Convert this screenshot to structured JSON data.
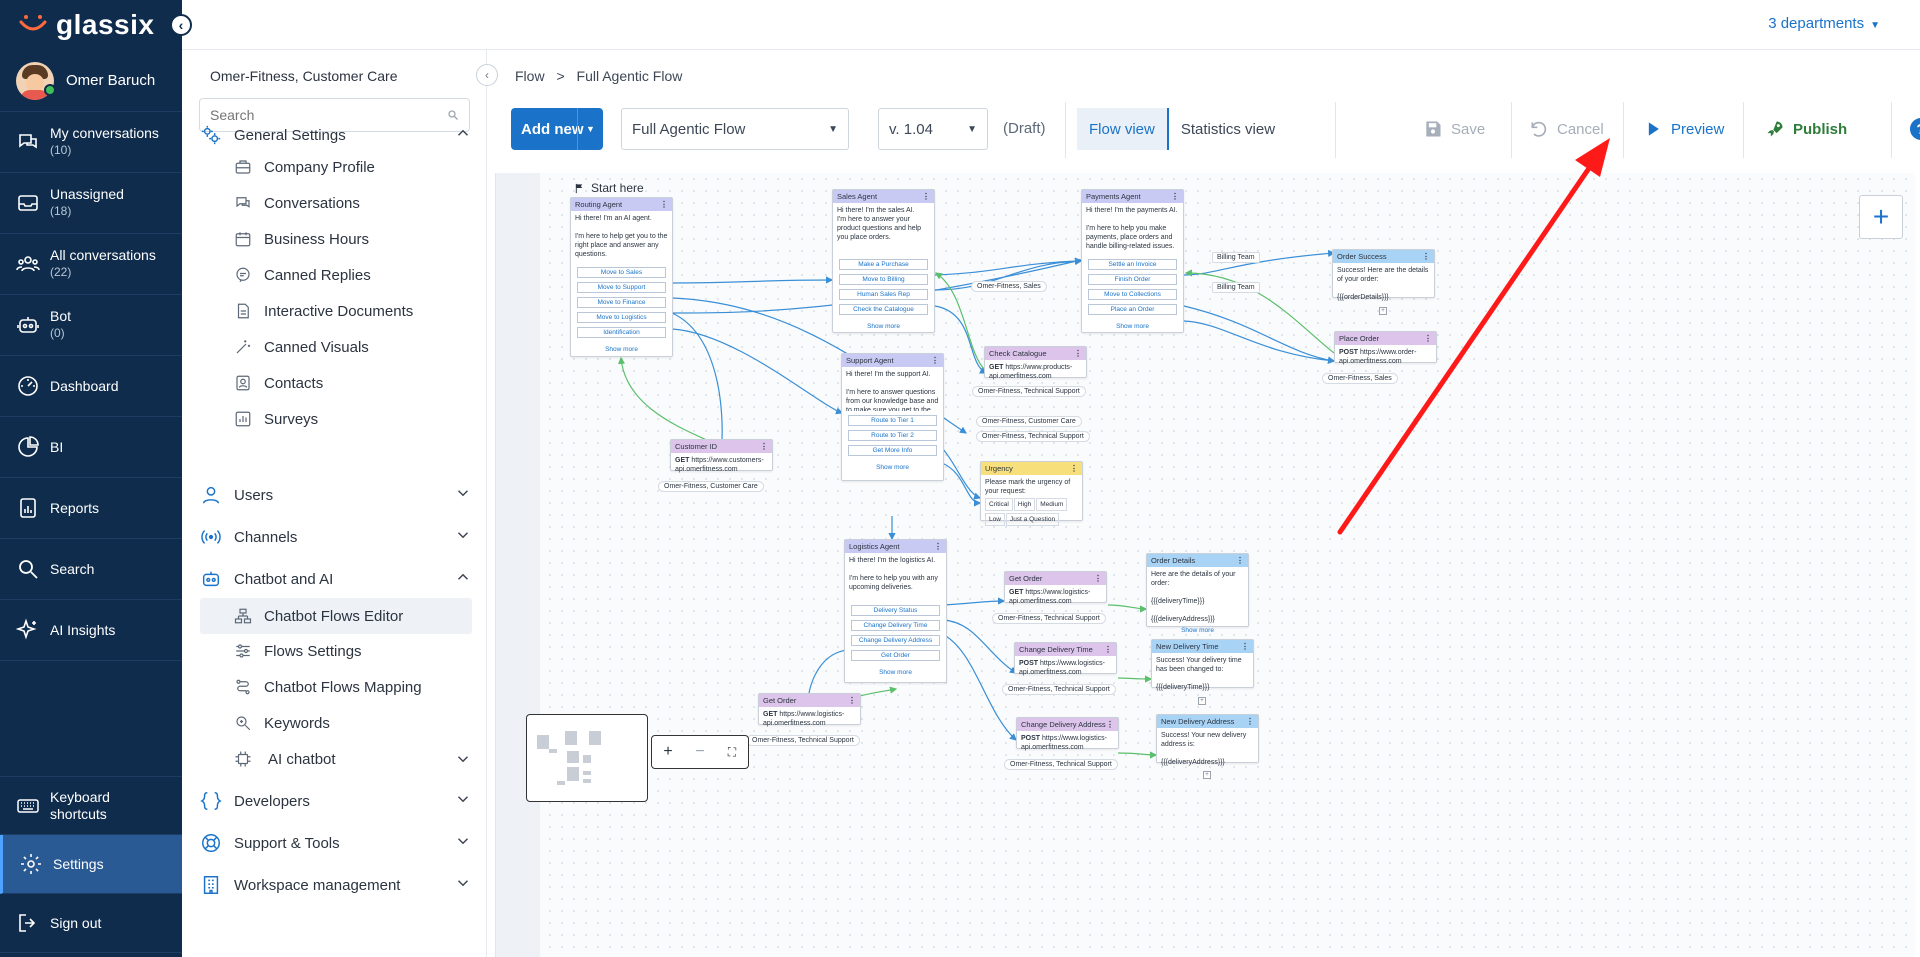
{
  "app": {
    "name": "glassix",
    "departments": "3 departments",
    "brand_color": "#0f2c4c",
    "accent": "#1a73c9"
  },
  "user": {
    "name": "Omer Baruch"
  },
  "nav": [
    {
      "label": "My conversations",
      "count": "(10)",
      "icon": "chat-bubbles-icon"
    },
    {
      "label": "Unassigned",
      "count": "(18)",
      "icon": "inbox-icon"
    },
    {
      "label": "All conversations",
      "count": "(22)",
      "icon": "team-icon"
    },
    {
      "label": "Bot",
      "count": "(0)",
      "icon": "robot-icon"
    },
    {
      "label": "Dashboard",
      "count": "",
      "icon": "gauge-icon"
    },
    {
      "label": "BI",
      "count": "",
      "icon": "pie-chart-icon"
    },
    {
      "label": "Reports",
      "count": "",
      "icon": "report-icon"
    },
    {
      "label": "Search",
      "count": "",
      "icon": "search-icon"
    },
    {
      "label": "AI Insights",
      "count": "",
      "icon": "sparkle-icon"
    }
  ],
  "nav_bottom": [
    {
      "label": "Keyboard shortcuts",
      "icon": "keyboard-icon"
    },
    {
      "label": "Settings",
      "icon": "gear-icon"
    },
    {
      "label": "Sign out",
      "icon": "sign-out-icon"
    }
  ],
  "settings": {
    "workspace": "Omer-Fitness, Customer Care",
    "search_placeholder": "Search",
    "sections": [
      {
        "label": "General Settings",
        "expanded": true
      },
      {
        "label": "Users"
      },
      {
        "label": "Channels"
      },
      {
        "label": "Chatbot and AI",
        "expanded": true
      },
      {
        "label": "Developers"
      },
      {
        "label": "Support & Tools"
      },
      {
        "label": "Workspace management"
      }
    ],
    "general_items": [
      "Company Profile",
      "Conversations",
      "Business Hours",
      "Canned Replies",
      "Interactive Documents",
      "Canned Visuals",
      "Contacts",
      "Surveys"
    ],
    "chatbot_items": [
      "Chatbot Flows Editor",
      "Flows Settings",
      "Chatbot Flows Mapping",
      "Keywords",
      "AI chatbot"
    ]
  },
  "breadcrumb": {
    "root": "Flow",
    "sep": ">",
    "current": "Full Agentic Flow"
  },
  "toolbar": {
    "add_new": "Add new",
    "flow_select": "Full Agentic Flow",
    "version": "v. 1.04",
    "draft": "(Draft)",
    "flow_view": "Flow view",
    "stats_view": "Statistics view",
    "save": "Save",
    "cancel": "Cancel",
    "preview": "Preview",
    "publish": "Publish",
    "help": "?"
  },
  "canvas": {
    "start_label": "Start here",
    "routing": {
      "title": "Routing Agent",
      "text": "Hi there! I'm an AI agent.\n\nI'm here to help get you to the right place and answer any questions.",
      "buttons": [
        "Move to Sales",
        "Move to Support",
        "Move to Finance",
        "Move to Logistics",
        "Identification"
      ],
      "more": "Show more"
    },
    "sales": {
      "title": "Sales Agent",
      "text": "Hi there! I'm the sales AI.\nI'm here to answer your product questions and help you place orders.",
      "buttons": [
        "Make a Purchase",
        "Move to Billing",
        "Human Sales Rep",
        "Check the Catalogue"
      ],
      "more": "Show more"
    },
    "payments": {
      "title": "Payments Agent",
      "text": "Hi there! I'm the payments AI.\n\nI'm here to help you make payments, place orders and handle billing-related issues.",
      "buttons": [
        "Settle an Invoice",
        "Finish Order",
        "Move to Collections",
        "Place an Order"
      ],
      "more": "Show more"
    },
    "support": {
      "title": "Support Agent",
      "text": "Hi there! I'm the support AI.\n\nI'm here to answer questions from our knowledge base and to make sure you get to the right support",
      "buttons": [
        "Route to Tier 1",
        "Route to Tier 2",
        "Get More Info"
      ],
      "more": "Show more"
    },
    "logistics": {
      "title": "Logistics Agent",
      "text": "Hi there! I'm the logistics AI.\n\nI'm here to help you with any upcoming deliveries.\n\nWhat can I do for you today?",
      "buttons": [
        "Delivery Status",
        "Change Delivery Time",
        "Change Delivery Address",
        "Get Order"
      ],
      "more": "Show more"
    },
    "customer_id": {
      "title": "Customer ID",
      "method": "GET",
      "url": "https://www.customers-api.omerfitness.com"
    },
    "check_catalogue": {
      "title": "Check Catalogue",
      "method": "GET",
      "url": "https://www.products-api.omerfitness.com"
    },
    "place_order": {
      "title": "Place Order",
      "method": "POST",
      "url": "https://www.order-api.omerfitness.com"
    },
    "get_order_1": {
      "title": "Get Order",
      "method": "GET",
      "url": "https://www.logistics-api.omerfitness.com"
    },
    "change_time": {
      "title": "Change Delivery Time",
      "method": "POST",
      "url": "https://www.logistics-api.omerfitness.com"
    },
    "change_addr": {
      "title": "Change Delivery Address",
      "method": "POST",
      "url": "https://www.logistics-api.omerfitness.com"
    },
    "get_order_2": {
      "title": "Get Order",
      "method": "GET",
      "url": "https://www.logistics-api.omerfitness.com"
    },
    "order_success": {
      "title": "Order Success",
      "text": "Success! Here are the details of your order:\n\n{{{orderDetails}}}"
    },
    "order_details": {
      "title": "Order Details",
      "text": "Here are the details of your order:\n\n{{{deliveryTime}}}\n\n{{{deliveryAddress}}}",
      "more": "Show more"
    },
    "new_time": {
      "title": "New Delivery Time",
      "text": "Success! Your delivery time has been changed to:\n\n{{{deliveryTime}}}"
    },
    "new_addr": {
      "title": "New Delivery Address",
      "text": "Success! Your new delivery address is:\n\n{{{deliveryAddress}}}"
    },
    "urgency": {
      "title": "Urgency",
      "text": "Please mark the urgency of your request:",
      "options": [
        "Critical",
        "High",
        "Medium",
        "Low",
        "Just a Question"
      ]
    },
    "chips": {
      "sales": "Omer-Fitness, Sales",
      "tech": "Omer-Fitness, Technical Support",
      "care": "Omer-Fitness, Customer Care",
      "billing": "Billing Team"
    }
  }
}
